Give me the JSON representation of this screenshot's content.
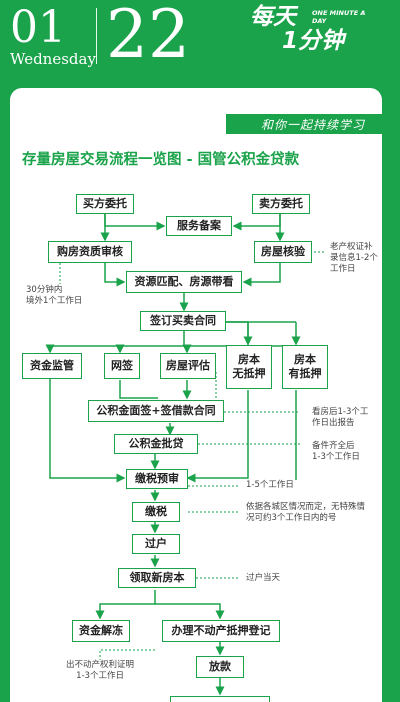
{
  "header": {
    "month": "01",
    "weekday": "Wednesday",
    "day": "22",
    "brand_top": "每天",
    "brand_bottom": "1分钟",
    "brand_sub": "ONE MINUTE A DAY"
  },
  "tagline": "和你一起持续学习",
  "title": "存量房屋交易流程一览图 - 国管公积金贷款",
  "nodes": {
    "buyer": "买方委托",
    "seller": "卖方委托",
    "service": "服务备案",
    "qual": "购房资质审核",
    "verify": "房屋核验",
    "match": "资源匹配、房源带看",
    "contract": "签订买卖合同",
    "supervise": "资金监管",
    "netsign": "网签",
    "appraise": "房屋评估",
    "no_mortgage": "房本\n无抵押",
    "mortgage": "房本\n有抵押",
    "face_sign": "公积金面签+签借款合同",
    "approve": "公积金批贷",
    "prepay": "缴税预审",
    "tax": "缴税",
    "transfer": "过户",
    "new_cert": "领取新房本",
    "unfreeze": "资金解冻",
    "mortgage_reg": "办理不动产抵押登记",
    "loan": "放款"
  },
  "notes": {
    "qual": "30分钟内\n境外1个工作日",
    "verify": "老产权证补\n录信息1-2个\n工作日",
    "appraise": "看房后1-3个工\n作日出报告",
    "approve": "备件齐全后\n1-3个工作日",
    "prepay": "1-5个工作日",
    "tax": "依据各城区情况而定，无特殊情\n况可约3个工作日内的号",
    "new_cert": "过户当天",
    "unfreeze": "出不动产权利证明\n1-3个工作日"
  },
  "colors": {
    "brand_green": "#1aa34a",
    "white": "#ffffff",
    "text": "#222222"
  }
}
